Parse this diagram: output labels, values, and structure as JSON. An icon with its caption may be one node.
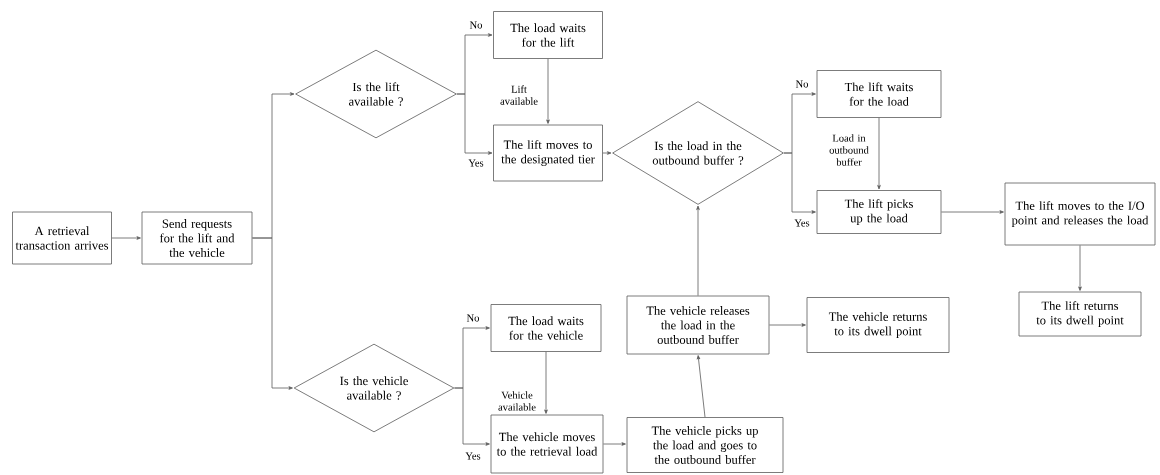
{
  "diagram": {
    "nodes": [
      {
        "text": [
          "A retrieval transaction arrives"
        ]
      },
      {
        "text": [
          "Send requests for the lift and the vehicle"
        ]
      },
      {
        "text": [
          "Is the lift available ?"
        ]
      },
      {
        "text": [
          "The load waits for the lift"
        ]
      },
      {
        "text": [
          "The lift moves to the designated tier"
        ]
      },
      {
        "text": [
          "Is the load in the outbound buffer ?"
        ]
      },
      {
        "text": [
          "The lift waits for the load"
        ]
      },
      {
        "text": [
          "The lift picks up the load"
        ]
      },
      {
        "text": [
          "The lift moves to the I/O point and releases the load"
        ]
      },
      {
        "text": [
          "The lift returns to its dwell point"
        ]
      },
      {
        "text": [
          "Is the vehicle available ?"
        ]
      },
      {
        "text": [
          "The load waits for the vehicle"
        ]
      },
      {
        "text": [
          "The vehicle moves to the retrieval load"
        ]
      },
      {
        "text": [
          "The vehicle picks up the load and goes to the outbound buffer"
        ]
      },
      {
        "text": [
          "The vehicle releases the load in the outbound buffer"
        ]
      },
      {
        "text": [
          "The vehicle returns to its dwell point"
        ]
      }
    ],
    "edges": [
      {
        "from": 0,
        "to": 1,
        "arrow": "to"
      },
      {
        "from": 1,
        "to": 2,
        "arrow": "to"
      },
      {
        "from": 1,
        "to": 10,
        "arrow": "to"
      },
      {
        "from": 2,
        "to": 3,
        "arrow": "to",
        "label": "No"
      },
      {
        "from": 2,
        "to": 4,
        "arrow": "to",
        "label": "Yes"
      },
      {
        "from": 3,
        "to": 4,
        "arrow": "to",
        "label": "Lift available"
      },
      {
        "from": 4,
        "to": 5,
        "arrow": "to"
      },
      {
        "from": 5,
        "to": 6,
        "arrow": "to",
        "label": "No"
      },
      {
        "from": 5,
        "to": 7,
        "arrow": "to",
        "label": "Yes"
      },
      {
        "from": 6,
        "to": 7,
        "arrow": "to",
        "label": "Load in outbound buffer"
      },
      {
        "from": 7,
        "to": 8,
        "arrow": "to"
      },
      {
        "from": 8,
        "to": 9,
        "arrow": "to"
      },
      {
        "from": 10,
        "to": 11,
        "arrow": "to",
        "label": "No"
      },
      {
        "from": 10,
        "to": 12,
        "arrow": "to",
        "label": "Yes"
      },
      {
        "from": 11,
        "to": 12,
        "arrow": "to",
        "label": "Vehicle available"
      },
      {
        "from": 12,
        "to": 13,
        "arrow": "to"
      },
      {
        "from": 13,
        "to": 14,
        "arrow": "to"
      },
      {
        "from": 14,
        "to": 5,
        "arrow": "to"
      },
      {
        "from": 14,
        "to": 15,
        "arrow": "to"
      }
    ]
  }
}
